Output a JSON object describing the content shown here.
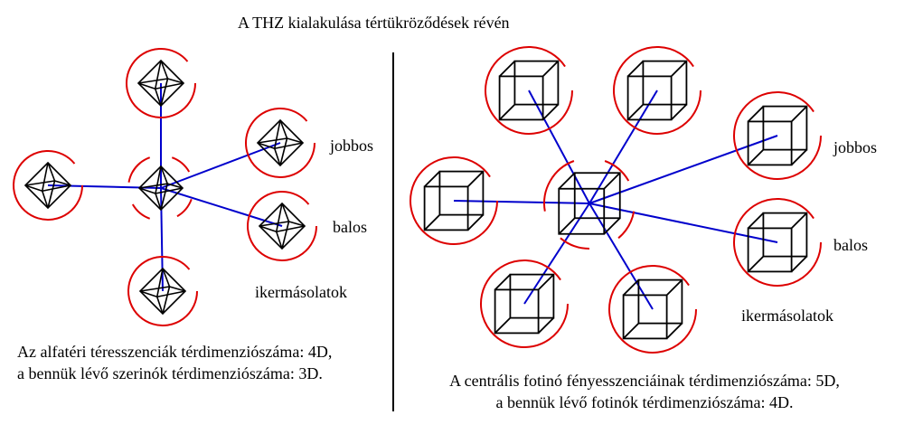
{
  "title": "A THZ kialakulása tértükröződések révén",
  "left": {
    "label_right": "jobbos",
    "label_left": "balos",
    "label_twins": "ikermásolatok",
    "caption_line1": "Az alfatéri téresszenciák térdimenziószáma: 4D,",
    "caption_line2": "a bennük lévő szerinók térdimenziószáma: 3D."
  },
  "right": {
    "label_right": "jobbos",
    "label_left": "balos",
    "label_twins": "ikermásolatok",
    "caption_line1": "A centrális fotinó fényesszenciáinak térdimenziószáma: 5D,",
    "caption_line2": "a bennük lévő fotinók térdimenziószáma: 4D."
  },
  "colors": {
    "connector": "#0000cc",
    "ring": "#dd0000",
    "shape": "#000000",
    "divider": "#000000"
  },
  "icons": {
    "left_shape": "octahedron-icon",
    "right_shape": "cube-icon",
    "ring": "rotation-arrow-icon"
  }
}
